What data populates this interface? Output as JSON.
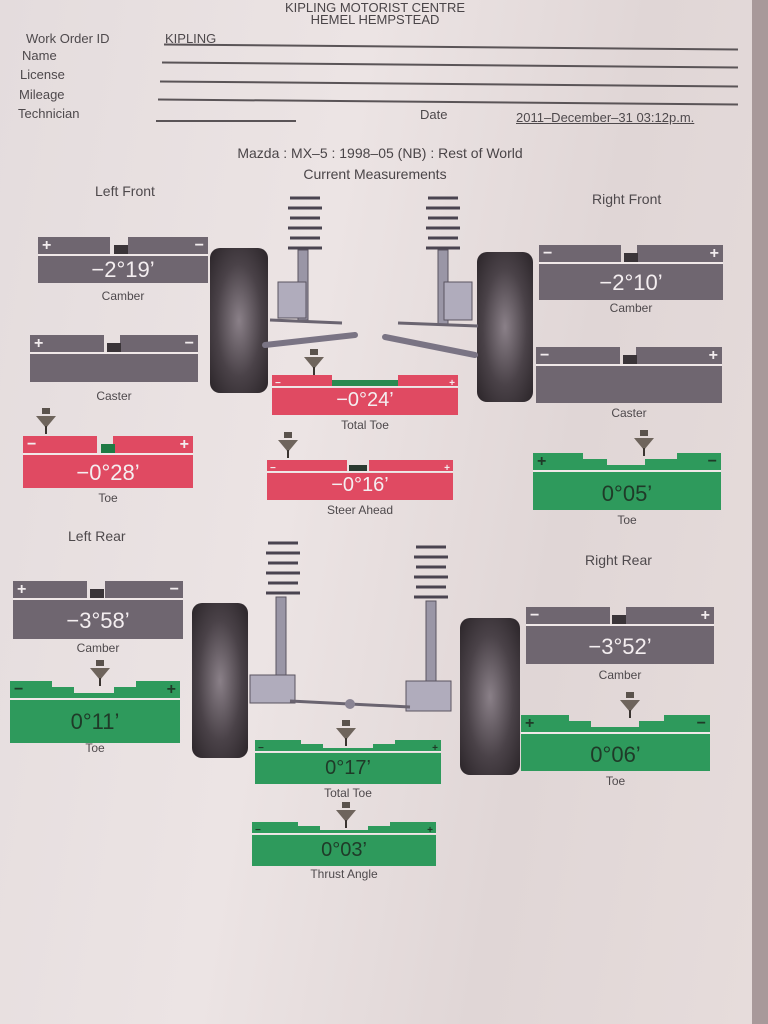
{
  "header": {
    "company": "KIPLING MOTORIST CENTRE",
    "location": "HEMEL HEMPSTEAD"
  },
  "form": {
    "work_order_label": "Work Order ID",
    "work_order_value": "KIPLING",
    "name_label": "Name",
    "license_label": "License",
    "mileage_label": "Mileage",
    "technician_label": "Technician",
    "date_label": "Date",
    "date_value": "2011–December–31 03:12p.m."
  },
  "vehicle": "Mazda : MX–5 : 1998–05 (NB) : Rest of World",
  "subtitle": "Current Measurements",
  "colors": {
    "grey": "#6f6670",
    "red": "#e04a62",
    "green": "#2e9a5c",
    "paper": "#e7dfe0"
  },
  "sections": {
    "left_front": "Left Front",
    "right_front": "Right Front",
    "left_rear": "Left Rear",
    "right_rear": "Right Rear"
  },
  "front": {
    "lf_camber": {
      "value": "−2°19’",
      "caption": "Camber",
      "status": "grey",
      "left_sign": "+",
      "right_sign": "−"
    },
    "lf_caster": {
      "value": "",
      "caption": "Caster",
      "status": "grey",
      "left_sign": "+",
      "right_sign": "−"
    },
    "lf_toe": {
      "value": "−0°28’",
      "caption": "Toe",
      "status": "red",
      "left_sign": "−",
      "right_sign": "+"
    },
    "rf_camber": {
      "value": "−2°10’",
      "caption": "Camber",
      "status": "grey",
      "left_sign": "−",
      "right_sign": "+"
    },
    "rf_caster": {
      "value": "",
      "caption": "Caster",
      "status": "grey",
      "left_sign": "−",
      "right_sign": "+"
    },
    "rf_toe": {
      "value": "0°05’",
      "caption": "Toe",
      "status": "green",
      "left_sign": "+",
      "right_sign": "−"
    },
    "total_toe": {
      "value": "−0°24’",
      "caption": "Total Toe",
      "status": "red",
      "left_sign": "−",
      "right_sign": "+"
    },
    "steer_ahead": {
      "value": "−0°16’",
      "caption": "Steer Ahead",
      "status": "red",
      "left_sign": "−",
      "right_sign": "+"
    }
  },
  "rear": {
    "lr_camber": {
      "value": "−3°58’",
      "caption": "Camber",
      "status": "grey",
      "left_sign": "+",
      "right_sign": "−"
    },
    "lr_toe": {
      "value": "0°11’",
      "caption": "Toe",
      "status": "green",
      "left_sign": "−",
      "right_sign": "+"
    },
    "rr_camber": {
      "value": "−3°52’",
      "caption": "Camber",
      "status": "grey",
      "left_sign": "−",
      "right_sign": "+"
    },
    "rr_toe": {
      "value": "0°06’",
      "caption": "Toe",
      "status": "green",
      "left_sign": "+",
      "right_sign": "−"
    },
    "total_toe": {
      "value": "0°17’",
      "caption": "Total Toe",
      "status": "green",
      "left_sign": "−",
      "right_sign": "+"
    },
    "thrust_angle": {
      "value": "0°03’",
      "caption": "Thrust Angle",
      "status": "green",
      "left_sign": "−",
      "right_sign": "+"
    }
  }
}
